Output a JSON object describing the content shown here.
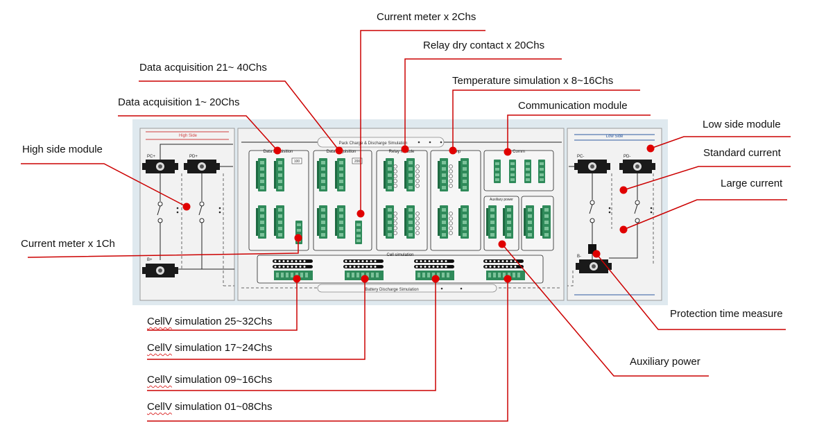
{
  "panel": {
    "high_side_title": "High Side",
    "low_side_title": "Low Side",
    "main_title": "Pack Charge & Discharge  Simulation",
    "bottom_title": "Battery Discharge Simulation",
    "cell_simulation_title": "Cell simulation",
    "data_acq_box_1": "Data acquisition",
    "data_acq_box_2": "Data acquisition",
    "data_acq_badge_1": "100",
    "data_acq_badge_2": "200",
    "relay_box": "Relay module",
    "temp_box": "Temp",
    "comm_box": "Comm",
    "aux_box": "Auxiliary power",
    "terminals": {
      "pc_plus": "PC+",
      "pd_plus": "PD+",
      "b_plus": "B+",
      "pc_minus": "PC-",
      "pd_minus": "PD-",
      "b_minus": "B-"
    }
  },
  "callouts": {
    "current_meter_2": "Current meter x 2Chs",
    "relay_dry": "Relay dry contact  x  20Chs",
    "data_acq_21_40": "Data acquisition 21~ 40Chs",
    "temp_sim": "Temperature simulation  x  8~16Chs",
    "data_acq_1_20": "Data acquisition 1~ 20Chs",
    "comm_module": "Communication module",
    "low_side_module": "Low side module",
    "high_side_module": "High side module",
    "standard_current": "Standard current",
    "large_current": "Large current",
    "current_meter_1": "Current meter x 1Ch",
    "protection_time": "Protection time measure",
    "cellv_25_32_word": "CellV",
    "cellv_25_32_rest": " simulation 25~32Chs",
    "cellv_17_24_word": "CellV",
    "cellv_17_24_rest": " simulation 17~24Chs",
    "auxiliary_power": "Auxiliary power",
    "cellv_09_16_word": "CellV",
    "cellv_09_16_rest": " simulation 09~16Chs",
    "cellv_01_08_word": "CellV",
    "cellv_01_08_rest": " simulation 01~08Chs"
  },
  "colors": {
    "leader": "#cc0000",
    "panel_bg": "#dfe9ef",
    "module_bg": "#f2f2f2",
    "connector_green": "#2f8a5a",
    "high_side_accent": "#d04040",
    "low_side_accent": "#2d5aa0"
  }
}
